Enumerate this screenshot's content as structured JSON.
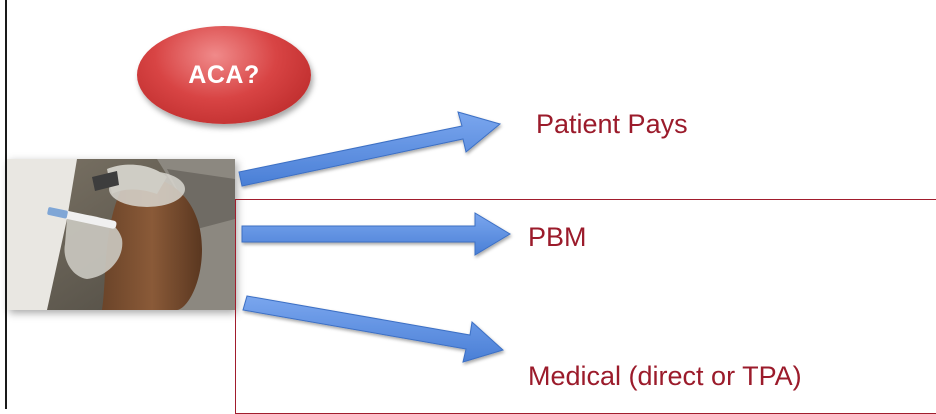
{
  "bubble": {
    "text": "ACA?",
    "color": "#c0392b"
  },
  "photo": {
    "subject": "vaccine-injection-photo"
  },
  "destinations": [
    {
      "label": "Patient Pays"
    },
    {
      "label": "PBM"
    },
    {
      "label": "Medical (direct or TPA)"
    }
  ],
  "colors": {
    "arrow_fill": "#5b8fe0",
    "arrow_stroke": "#3c6fc4",
    "label_text": "#9b1b2b",
    "box_border": "#a11d2d"
  }
}
